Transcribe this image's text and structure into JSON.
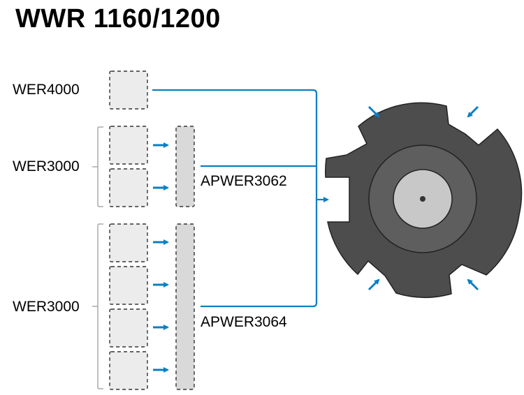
{
  "title": "WWR 1160/1200",
  "groups": {
    "wer4000": {
      "label": "WER4000",
      "slots": 1
    },
    "wer3000_a": {
      "label": "WER3000",
      "slots": 2
    },
    "wer3000_b": {
      "label": "WER3000",
      "slots": 4
    }
  },
  "adapters": {
    "apwer3062": {
      "label": "APWER3062"
    },
    "apwer3064": {
      "label": "APWER3064"
    }
  },
  "colors": {
    "accent": "#0a7fc4",
    "slot_fill": "#ececec",
    "adapter_fill": "#d9d9d9",
    "hub_dark": "#4d4d4d",
    "hub_mid": "#5e5e5e",
    "hub_light": "#c8c8c8"
  }
}
